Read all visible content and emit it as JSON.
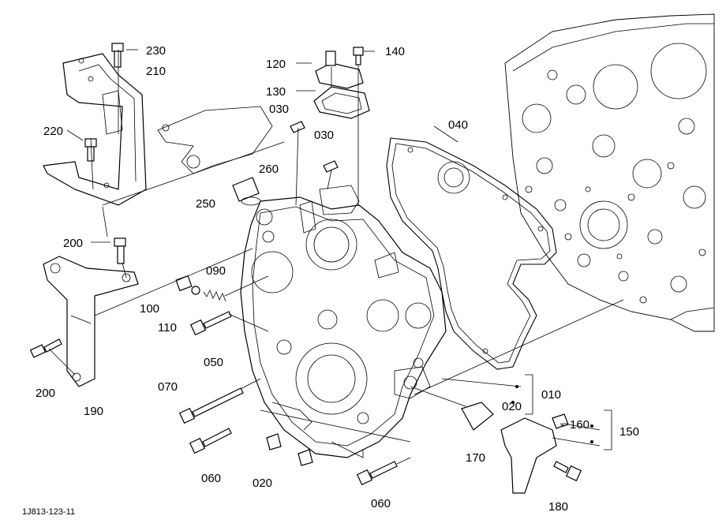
{
  "diagram_code": "1J813-123-11",
  "callouts": {
    "c230": "230",
    "c210": "210",
    "c220": "220",
    "c200a": "200",
    "c200b": "200",
    "c190": "190",
    "c120": "120",
    "c140": "140",
    "c130": "130",
    "c030a": "030",
    "c030b": "030",
    "c040": "040",
    "c260": "260",
    "c250": "250",
    "c090": "090",
    "c100": "100",
    "c110": "110",
    "c050": "050",
    "c070": "070",
    "c060a": "060",
    "c060b": "060",
    "c020a": "020",
    "c020b": "020",
    "c010": "010",
    "c170": "170",
    "c160": "160",
    "c150": "150",
    "c180": "180"
  }
}
